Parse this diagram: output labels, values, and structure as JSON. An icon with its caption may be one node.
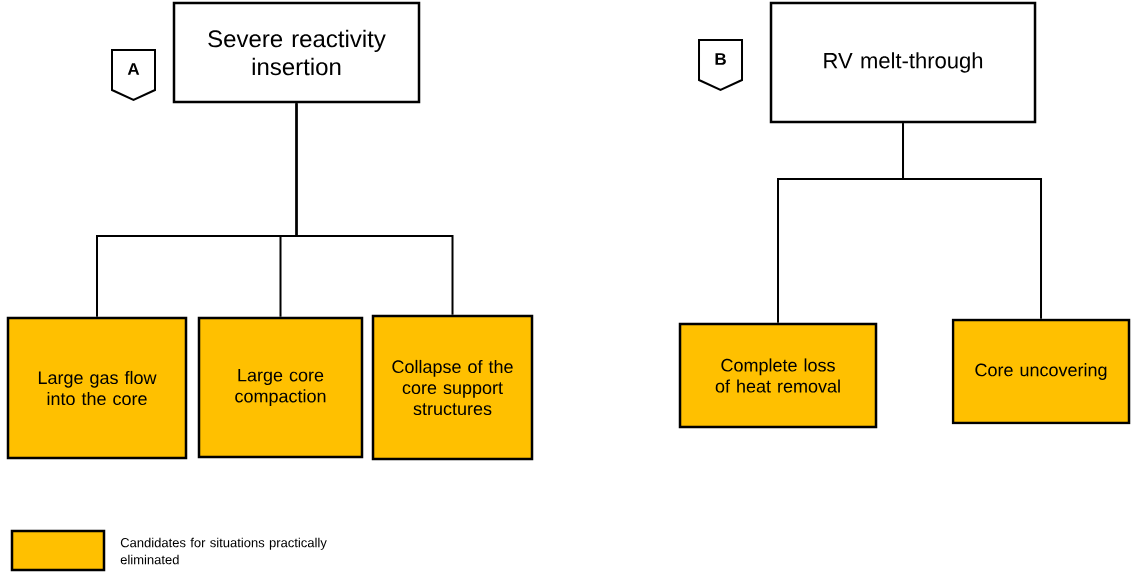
{
  "diagram": {
    "nodes": [
      {
        "text": [
          "Severe reactivity insertion"
        ]
      },
      {
        "text": [
          "A"
        ]
      },
      {
        "text": [
          "Large gas flow into the core"
        ]
      },
      {
        "text": [
          "Large core compaction"
        ]
      },
      {
        "text": [
          "Collapse of the core support structures"
        ]
      },
      {
        "text": [
          "B"
        ]
      },
      {
        "text": [
          "RV melt-through"
        ]
      },
      {
        "text": [
          "Complete loss of heat removal"
        ]
      },
      {
        "text": [
          "Core uncovering"
        ]
      }
    ],
    "edges": [
      {
        "from": 0,
        "to": 2,
        "arrow": "none"
      },
      {
        "from": 0,
        "to": 3,
        "arrow": "none"
      },
      {
        "from": 0,
        "to": 4,
        "arrow": "none"
      },
      {
        "from": 6,
        "to": 7,
        "arrow": "none"
      },
      {
        "from": 6,
        "to": 8,
        "arrow": "none"
      }
    ],
    "legend": [
      {
        "text": "Candidates for situations practically eliminated",
        "color": "#ffc000"
      }
    ]
  }
}
